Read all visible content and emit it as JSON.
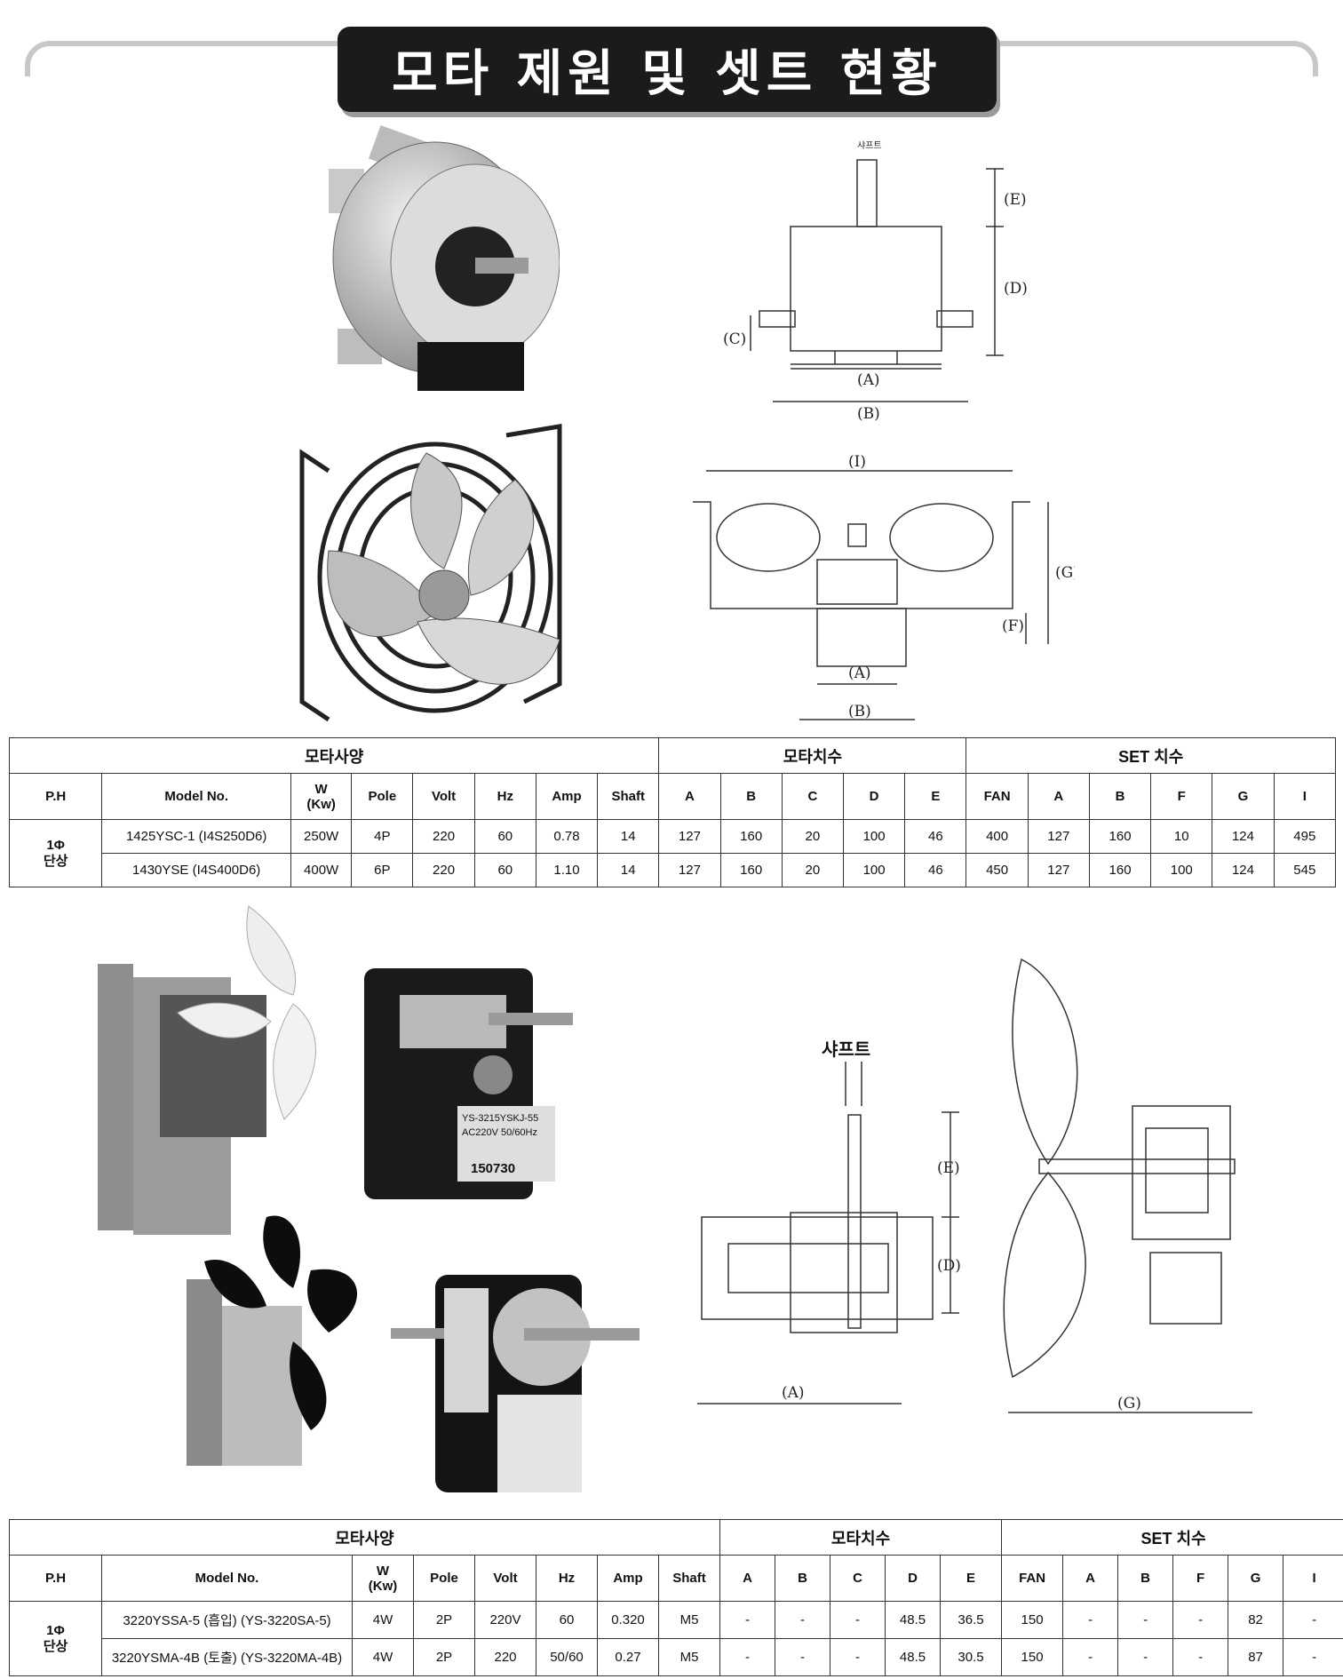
{
  "title": "모타 제원 및 셋트 현황",
  "drawing_labels": {
    "shaft_small": "샤프트",
    "shaft_large": "샤프트",
    "A": "(A)",
    "B": "(B)",
    "C": "(C)",
    "D": "(D)",
    "E": "(E)",
    "F": "(F)",
    "G": "(G)",
    "I": "(I)"
  },
  "table1": {
    "groups": [
      "모타사양",
      "모타치수",
      "SET 치수"
    ],
    "columns": [
      "P.H",
      "Model No.",
      "W\n(Kw)",
      "Pole",
      "Volt",
      "Hz",
      "Amp",
      "Shaft",
      "A",
      "B",
      "C",
      "D",
      "E",
      "FAN",
      "A",
      "B",
      "F",
      "G",
      "I"
    ],
    "ph": "1Φ\n단상",
    "rows": [
      [
        "1425YSC-1 (I4S250D6)",
        "250W",
        "4P",
        "220",
        "60",
        "0.78",
        "14",
        "127",
        "160",
        "20",
        "100",
        "46",
        "400",
        "127",
        "160",
        "10",
        "124",
        "495"
      ],
      [
        "1430YSE (I4S400D6)",
        "400W",
        "6P",
        "220",
        "60",
        "1.10",
        "14",
        "127",
        "160",
        "20",
        "100",
        "46",
        "450",
        "127",
        "160",
        "100",
        "124",
        "545"
      ]
    ]
  },
  "table2": {
    "groups": [
      "모타사양",
      "모타치수",
      "SET 치수"
    ],
    "columns": [
      "P.H",
      "Model No.",
      "W\n(Kw)",
      "Pole",
      "Volt",
      "Hz",
      "Amp",
      "Shaft",
      "A",
      "B",
      "C",
      "D",
      "E",
      "FAN",
      "A",
      "B",
      "F",
      "G",
      "I"
    ],
    "ph": "1Φ\n단상",
    "rows": [
      [
        "3220YSSA-5 (흡입) (YS-3220SA-5)",
        "4W",
        "2P",
        "220V",
        "60",
        "0.320",
        "M5",
        "-",
        "-",
        "-",
        "48.5",
        "36.5",
        "150",
        "-",
        "-",
        "-",
        "82",
        "-"
      ],
      [
        "3220YSMA-4B (토출) (YS-3220MA-4B)",
        "4W",
        "2P",
        "220",
        "50/60",
        "0.27",
        "M5",
        "-",
        "-",
        "-",
        "48.5",
        "30.5",
        "150",
        "-",
        "-",
        "-",
        "87",
        "-"
      ]
    ]
  },
  "motor_label": {
    "line1": "YS-3215YSKJ-55",
    "line2": "AC220V  50/60Hz",
    "line3": "150730"
  }
}
